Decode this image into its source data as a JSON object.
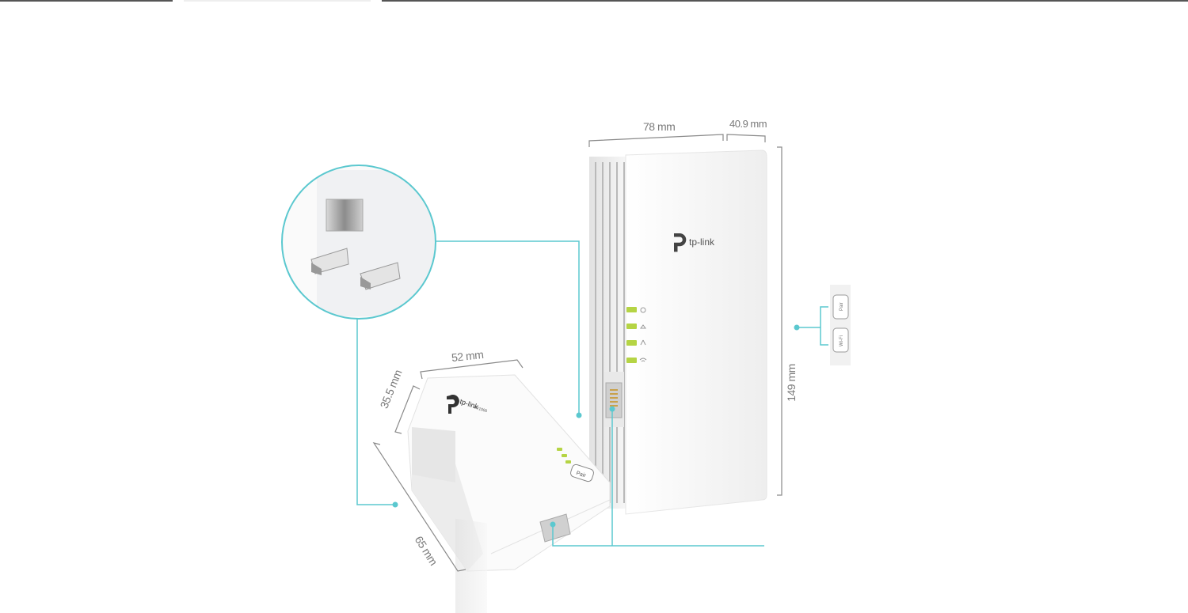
{
  "product": {
    "extender": {
      "brand": "tp-link",
      "leds": [
        "power-led",
        "powerline-led",
        "ethernet-led",
        "wifi-led"
      ],
      "buttons": [
        "Pair",
        "Wi-Fi"
      ],
      "dimensions": {
        "width": "78 mm",
        "depth": "40.9 mm",
        "height": "149 mm"
      }
    },
    "adapter": {
      "brand": "tp-link",
      "model": "AV1000",
      "button": "Pair",
      "dimensions": {
        "width": "52 mm",
        "depth": "35.5 mm",
        "height": "65 mm"
      }
    }
  },
  "colors": {
    "callout": "#5bc8cf",
    "led": "#b5d444",
    "dimension_line": "#8a8a8a",
    "device": "#f4f4f4"
  }
}
